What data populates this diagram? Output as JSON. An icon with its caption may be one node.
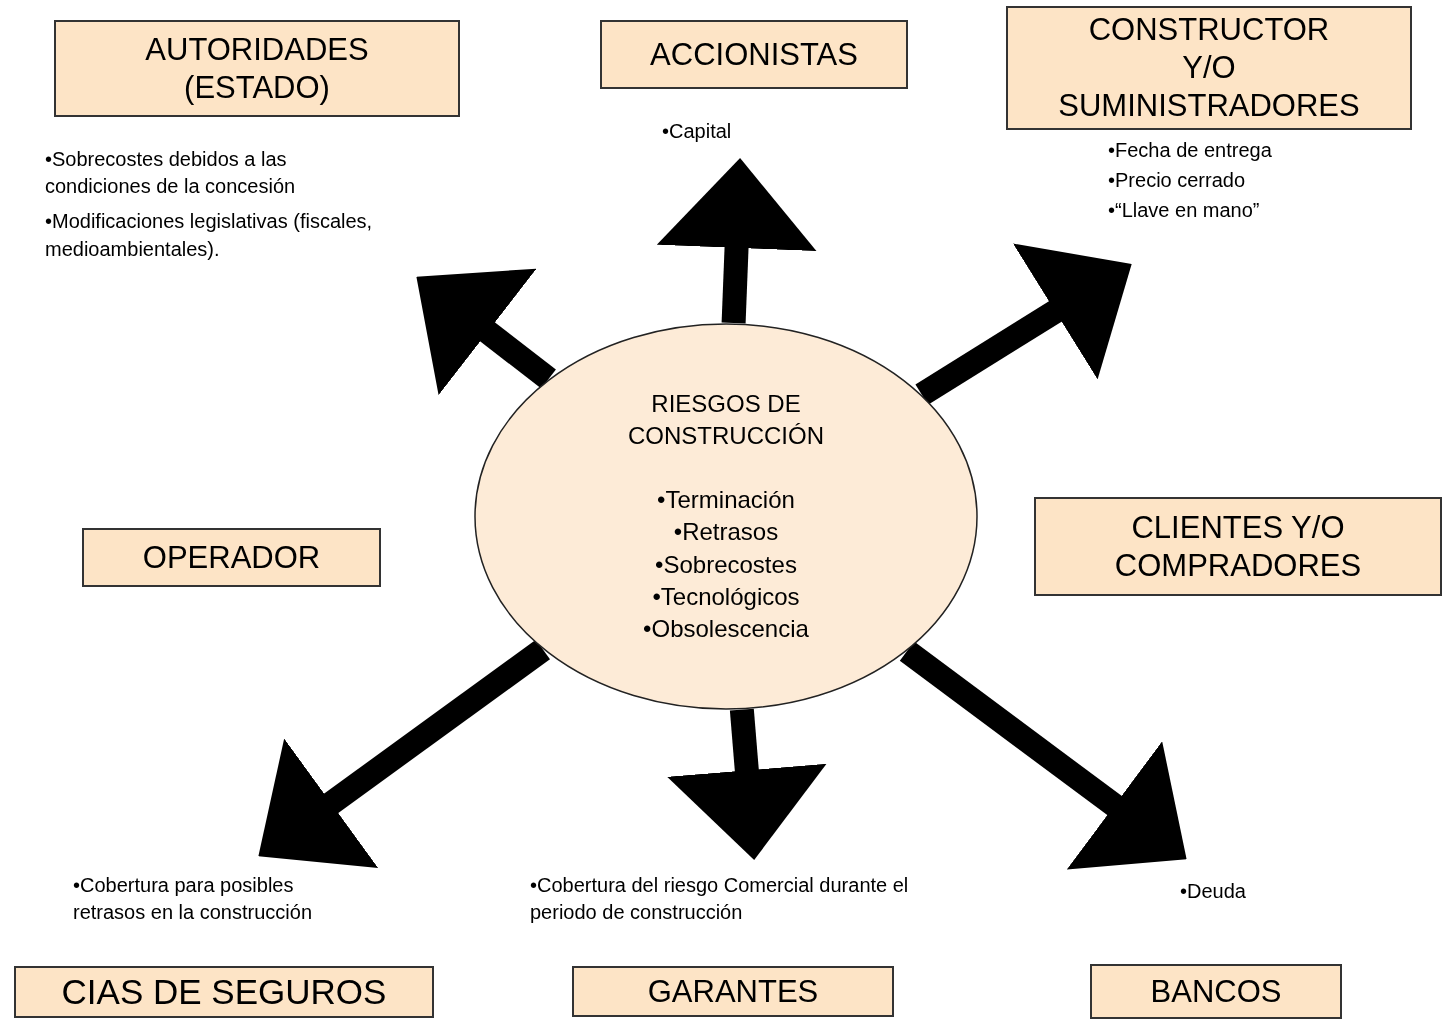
{
  "diagram": {
    "nodes": [
      {
        "text": [
          "AUTORIDADES (ESTADO)"
        ],
        "beside": [
          "•Sobrecostes debidos a las condiciones de la concesión",
          "•Modificaciones legislativas (fiscales, medioambientales)."
        ]
      },
      {
        "text": [
          "ACCIONISTAS"
        ],
        "beside": [
          "•Capital"
        ]
      },
      {
        "text": [
          "CONSTRUCTOR Y/O SUMINISTRADORES"
        ],
        "beside": [
          "•Fecha de entrega",
          "•Precio cerrado",
          "•“Llave en mano”"
        ]
      },
      {
        "text": [
          "RIESGOS DE CONSTRUCCIÓN",
          "•Terminación",
          "•Retrasos",
          "•Sobrecostes",
          "•Tecnológicos",
          "•Obsolescencia"
        ]
      },
      {
        "text": [
          "OPERADOR"
        ]
      },
      {
        "text": [
          "CLIENTES Y/O COMPRADORES"
        ]
      },
      {
        "text": [
          "CIAS DE SEGUROS"
        ],
        "beside": [
          "•Cobertura para posibles retrasos en la construcción"
        ]
      },
      {
        "text": [
          "GARANTES"
        ],
        "beside": [
          "•Cobertura del riesgo Comercial durante el periodo de construcción"
        ]
      },
      {
        "text": [
          "BANCOS"
        ],
        "beside": [
          "•Deuda"
        ]
      }
    ],
    "edges": [
      {
        "from": 3,
        "to": 0,
        "arrow": "to"
      },
      {
        "from": 3,
        "to": 1,
        "arrow": "to"
      },
      {
        "from": 3,
        "to": 2,
        "arrow": "to"
      },
      {
        "from": 3,
        "to": 6,
        "arrow": "to"
      },
      {
        "from": 3,
        "to": 7,
        "arrow": "to"
      },
      {
        "from": 3,
        "to": 8,
        "arrow": "to"
      }
    ]
  }
}
